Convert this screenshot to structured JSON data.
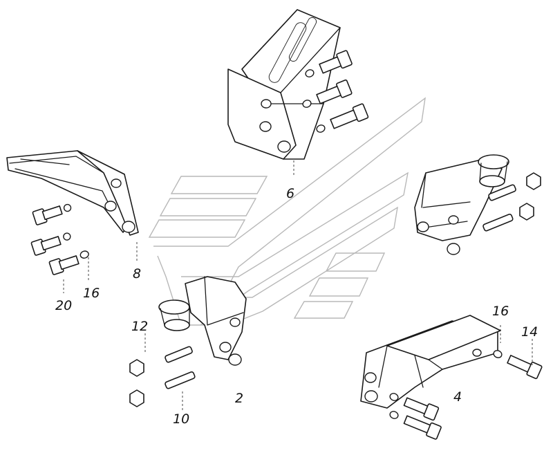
{
  "callouts": [
    {
      "id": "6",
      "label": "6"
    },
    {
      "id": "8",
      "label": "8"
    },
    {
      "id": "20",
      "label": "20"
    },
    {
      "id": "16a",
      "label": "16"
    },
    {
      "id": "12",
      "label": "12"
    },
    {
      "id": "10",
      "label": "10"
    },
    {
      "id": "2",
      "label": "2"
    },
    {
      "id": "16b",
      "label": "16"
    },
    {
      "id": "14",
      "label": "14"
    },
    {
      "id": "4",
      "label": "4"
    }
  ],
  "colors": {
    "ink": "#1a1a1a",
    "watermark": "#b8b8b8",
    "background": "#ffffff"
  }
}
